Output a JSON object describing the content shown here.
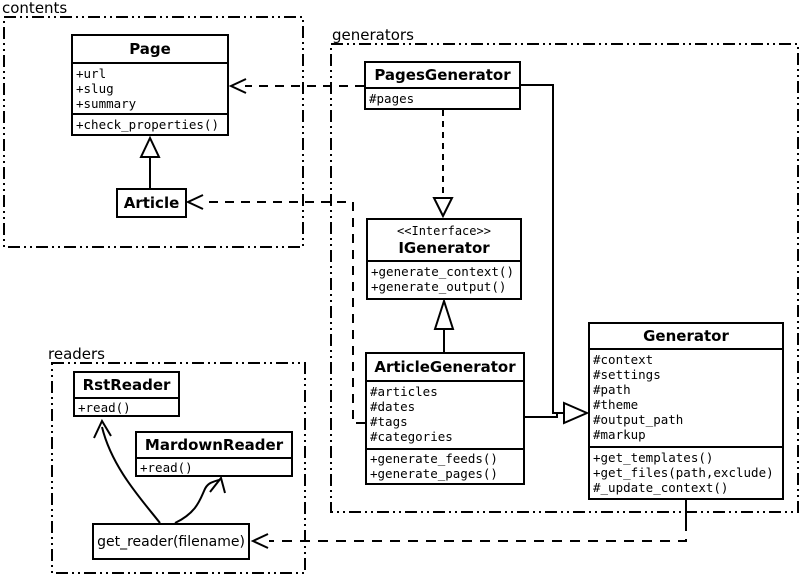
{
  "diagram_title": "UML class diagram",
  "colors": {
    "line": "#000000",
    "background": "#ffffff",
    "box_fill": "#ffffff"
  },
  "packages": {
    "contents": {
      "label": "contents"
    },
    "generators": {
      "label": "generators"
    },
    "readers": {
      "label": "readers"
    }
  },
  "classes": {
    "page": {
      "name": "Page",
      "attributes": [
        "+url",
        "+slug",
        "+summary"
      ],
      "methods": [
        "+check_properties()"
      ]
    },
    "article": {
      "name": "Article"
    },
    "pages_generator": {
      "name": "PagesGenerator",
      "attributes": [
        "#pages"
      ]
    },
    "igenerator": {
      "stereotype": "<<Interface>>",
      "name": "IGenerator",
      "methods": [
        "+generate_context()",
        "+generate_output()"
      ]
    },
    "article_generator": {
      "name": "ArticleGenerator",
      "attributes": [
        "#articles",
        "#dates",
        "#tags",
        "#categories"
      ],
      "methods": [
        "+generate_feeds()",
        "+generate_pages()"
      ]
    },
    "generator": {
      "name": "Generator",
      "attributes": [
        "#context",
        "#settings",
        "#path",
        "#theme",
        "#output_path",
        "#markup"
      ],
      "methods": [
        "+get_templates()",
        "+get_files(path,exclude)",
        "#_update_context()"
      ]
    },
    "rst_reader": {
      "name": "RstReader",
      "methods": [
        "+read()"
      ]
    },
    "mardown_reader": {
      "name": "MardownReader",
      "methods": [
        "+read()"
      ]
    },
    "get_reader": {
      "name": "get_reader(filename)"
    }
  },
  "relationships": [
    {
      "from": "PagesGenerator",
      "to": "Page",
      "type": "dependency-dashed-open-arrow"
    },
    {
      "from": "ArticleGenerator",
      "to": "Article",
      "type": "dependency-dashed-open-arrow"
    },
    {
      "from": "PagesGenerator",
      "to": "IGenerator",
      "type": "realization-dashed-hollow-triangle"
    },
    {
      "from": "ArticleGenerator",
      "to": "IGenerator",
      "type": "generalization-hollow-triangle"
    },
    {
      "from": "PagesGenerator",
      "to": "Generator",
      "type": "generalization-hollow-triangle"
    },
    {
      "from": "ArticleGenerator",
      "to": "Generator",
      "type": "generalization-hollow-triangle"
    },
    {
      "from": "Generator",
      "to": "get_reader(filename)",
      "type": "dependency-dashed-open-arrow"
    },
    {
      "from": "Article",
      "to": "Page",
      "type": "generalization-hollow-triangle"
    },
    {
      "from": "get_reader(filename)",
      "to": "RstReader",
      "type": "curved-open-arrow"
    },
    {
      "from": "get_reader(filename)",
      "to": "MardownReader",
      "type": "curved-open-arrow"
    }
  ]
}
